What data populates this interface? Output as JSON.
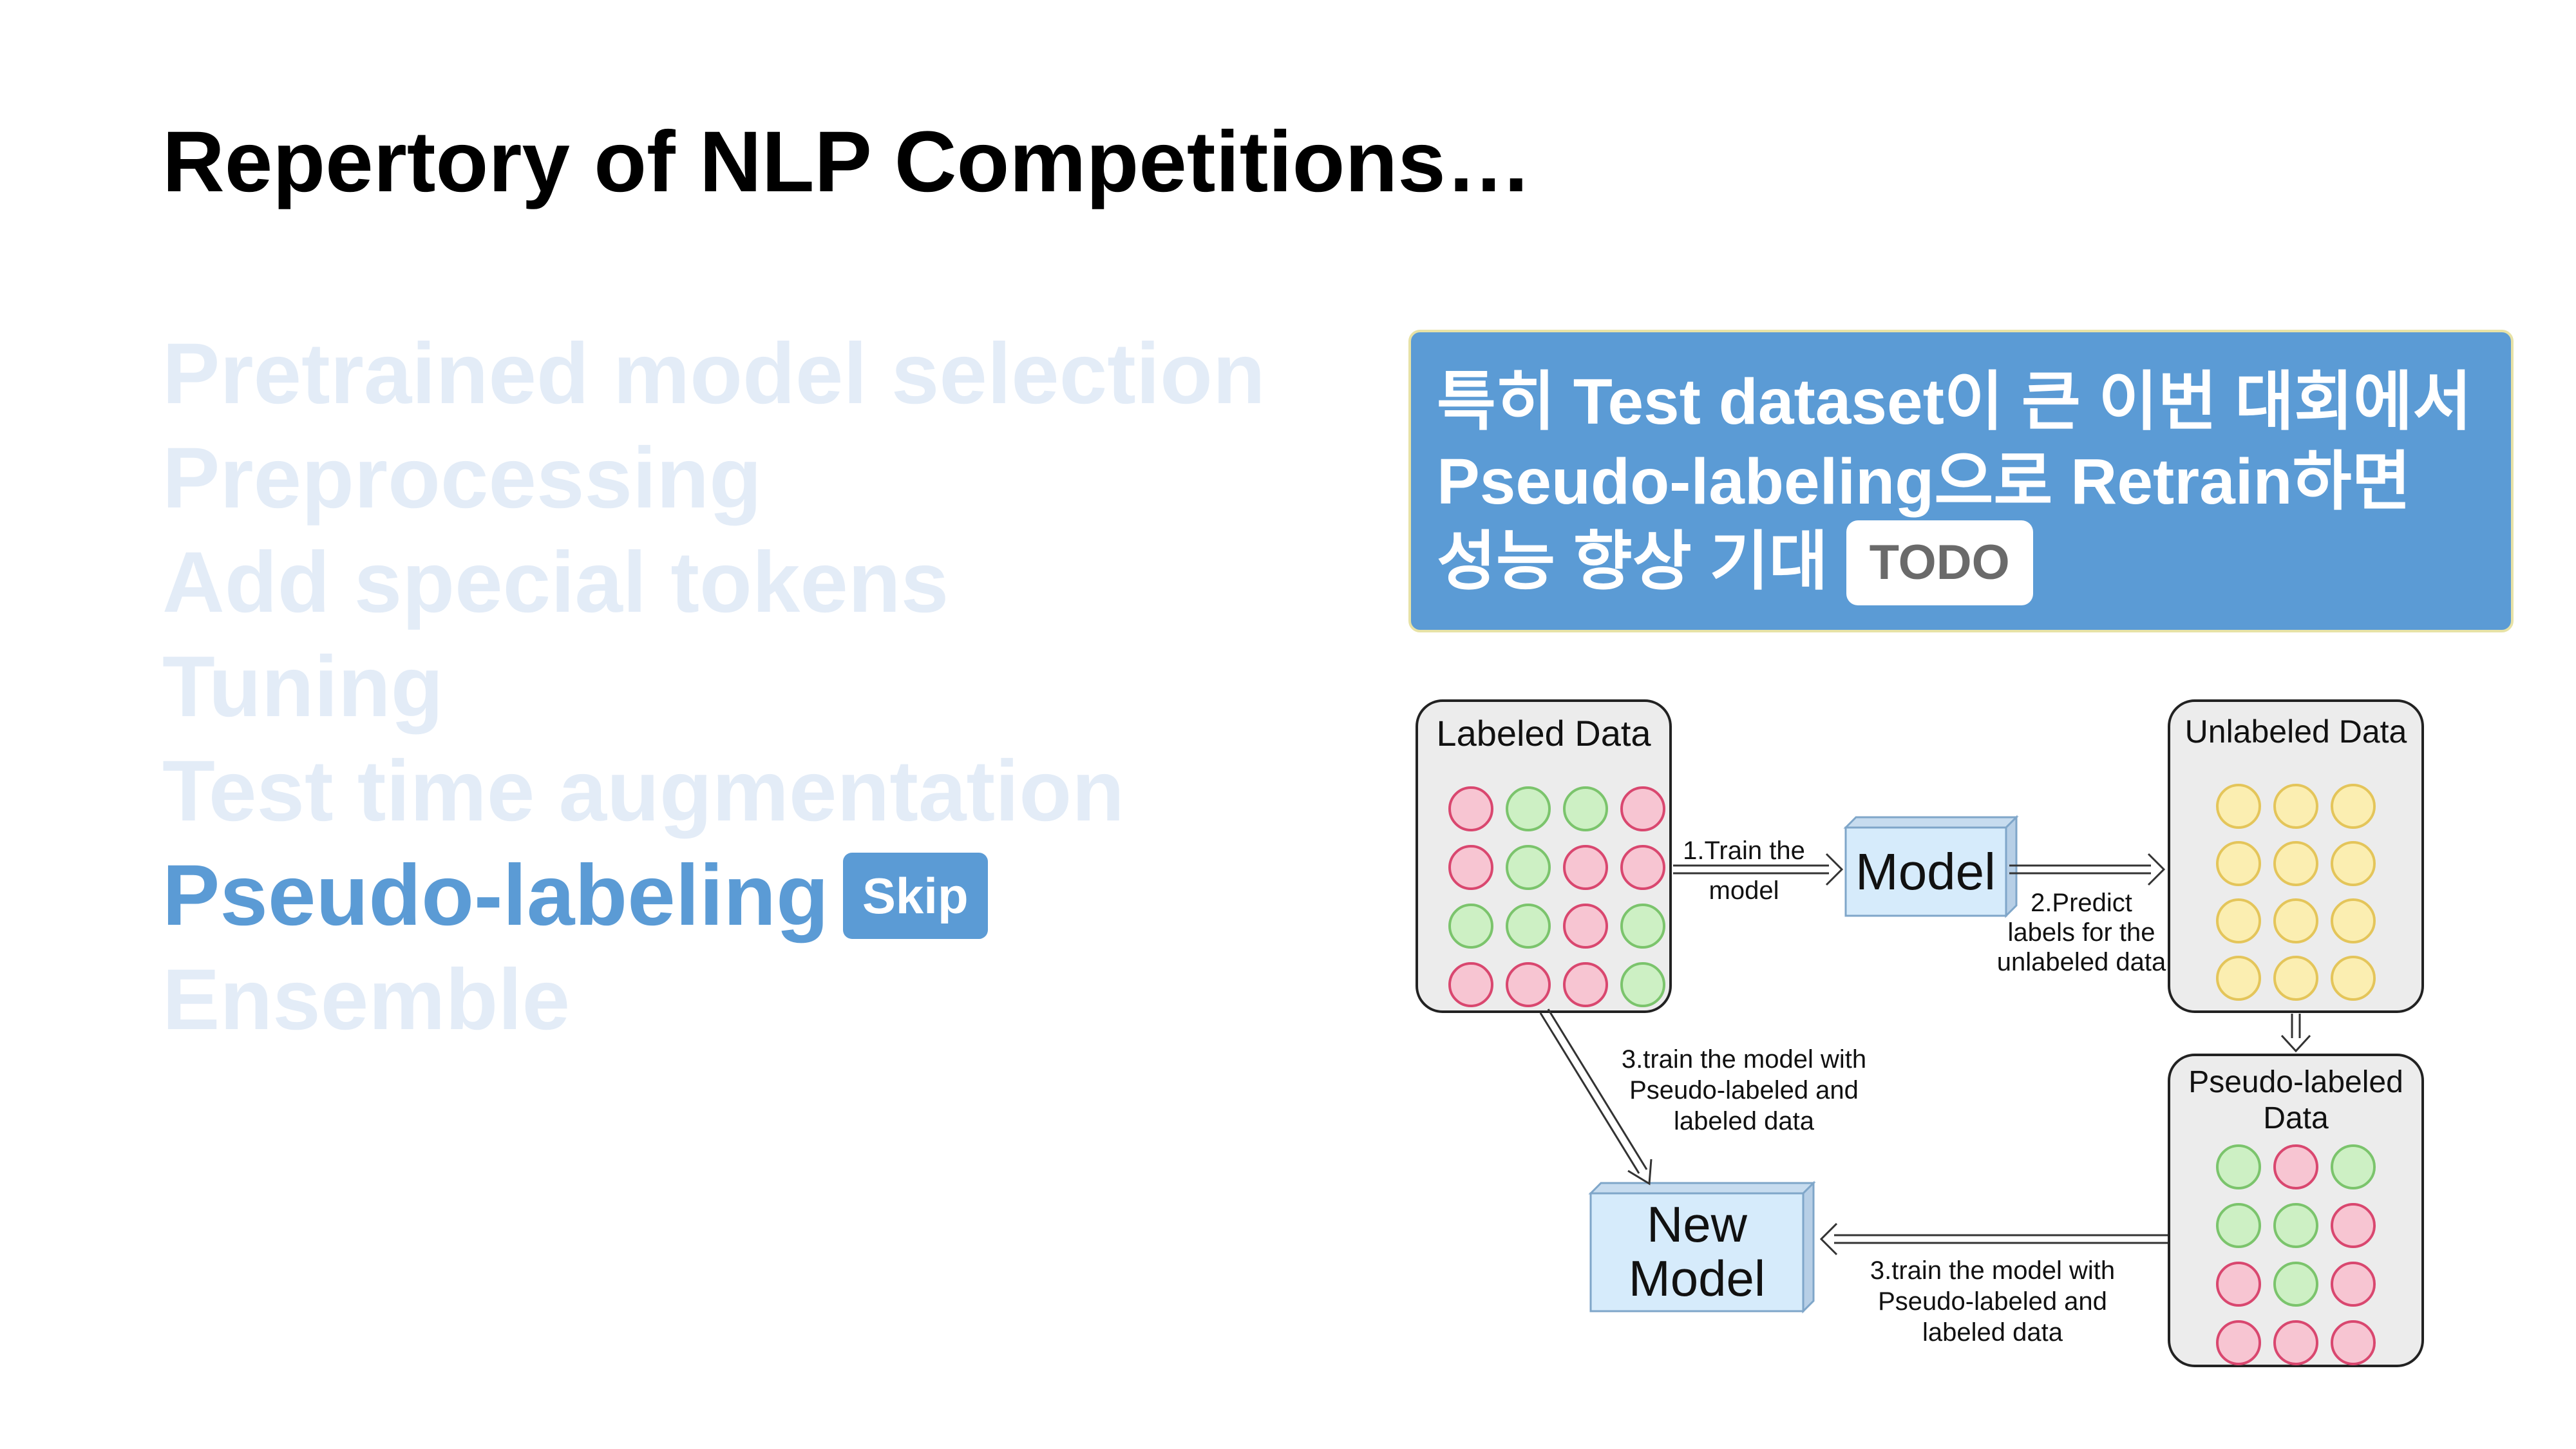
{
  "slide": {
    "title": "Repertory of NLP Competitions…",
    "topics": [
      {
        "label": "Pretrained model selection",
        "active": false
      },
      {
        "label": "Preprocessing",
        "active": false
      },
      {
        "label": "Add special tokens",
        "active": false
      },
      {
        "label": "Tuning",
        "active": false
      },
      {
        "label": "Test time augmentation",
        "active": false
      },
      {
        "label": "Pseudo-labeling",
        "active": true,
        "badge": "Skip"
      },
      {
        "label": "Ensemble",
        "active": false
      }
    ],
    "callout": {
      "lines": [
        "특히 Test dataset이 큰 이번 대회에서",
        "Pseudo-labeling으로 Retrain하면",
        "성능 향상 기대"
      ],
      "badge": "TODO"
    }
  },
  "colors": {
    "accent": "#5b9bd5",
    "faded_topic": "#e3ecf7",
    "circle_pink": "#f7c5d2",
    "circle_green": "#cdf0c4",
    "circle_yellow": "#fbeeb1",
    "model_box": "#d6ebfb"
  },
  "diagram": {
    "labeled_data": {
      "title": "Labeled Data",
      "circles": [
        [
          "pink",
          "green",
          "green",
          "pink"
        ],
        [
          "pink",
          "green",
          "pink",
          "pink"
        ],
        [
          "green",
          "green",
          "pink",
          "green"
        ],
        [
          "pink",
          "pink",
          "pink",
          "green"
        ]
      ]
    },
    "unlabeled_data": {
      "title": "Unlabeled Data",
      "circles": [
        [
          "yellow",
          "yellow",
          "yellow"
        ],
        [
          "yellow",
          "yellow",
          "yellow"
        ],
        [
          "yellow",
          "yellow",
          "yellow"
        ],
        [
          "yellow",
          "yellow",
          "yellow"
        ]
      ]
    },
    "pseudo_labeled_data": {
      "title_lines": [
        "Pseudo-labeled",
        "Data"
      ],
      "circles": [
        [
          "green",
          "pink",
          "green"
        ],
        [
          "green",
          "green",
          "pink"
        ],
        [
          "pink",
          "green",
          "pink"
        ],
        [
          "pink",
          "pink",
          "pink"
        ]
      ]
    },
    "model": {
      "label": "Model"
    },
    "new_model": {
      "label_lines": [
        "New",
        "Model"
      ]
    },
    "step1_lines": [
      "1.Train the",
      "model"
    ],
    "step2_lines": [
      "2.Predict",
      "labels for the",
      "unlabeled data"
    ],
    "step3a_lines": [
      "3.train the model with",
      "Pseudo-labeled and",
      "labeled data"
    ],
    "step3b_lines": [
      "3.train the model with",
      "Pseudo-labeled and",
      "labeled data"
    ]
  }
}
